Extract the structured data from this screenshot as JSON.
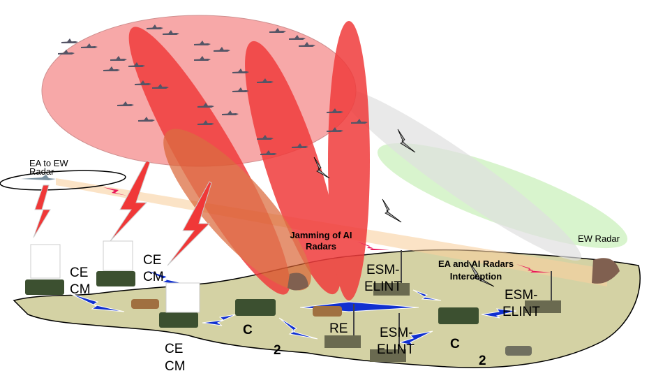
{
  "labels": {
    "ea_to_ew_radar": [
      "EA to EW",
      "Radar"
    ],
    "cecm_1": [
      "CE",
      "CM"
    ],
    "cecm_2": [
      "CE",
      "CM"
    ],
    "cecm_3": [
      "CE",
      "CM"
    ],
    "jamming": [
      "Jamming of AI",
      "Radars"
    ],
    "interception": [
      "EA and AI Radars",
      "Interception"
    ],
    "ew_radar": "EW Radar",
    "esm_1": [
      "ESM-",
      "ELINT"
    ],
    "esm_2": [
      "ESM-",
      "ELINT"
    ],
    "esm_3": [
      "ESM-",
      "ELINT"
    ],
    "re": "RE",
    "c_1": "C",
    "c_2": "C",
    "two_1": "2",
    "two_2": "2"
  },
  "colors": {
    "airspace": "#f7a8a8",
    "jamming_beam": "#f03c3c",
    "terrain": "#d4d2a4",
    "comm_jamming": "#1030d0",
    "interception_beam": "#f8d8a8",
    "radar_beam": "#c8f0b8",
    "esm_beam": "#e4e4e4"
  }
}
